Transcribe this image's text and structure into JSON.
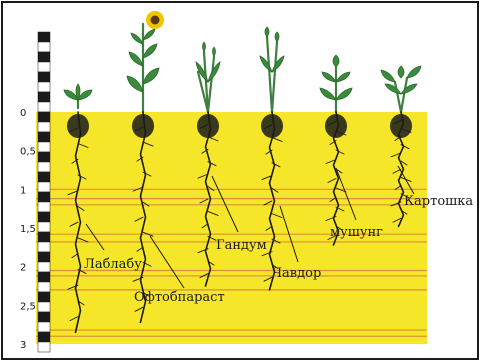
{
  "title": "",
  "colors": {
    "soil": "#f6e62a",
    "border": "#1a1a1a",
    "soil_line": "#d06a3a",
    "plant_green": "#3c8a3c",
    "sunflower_petal": "#f0c400",
    "sunflower_center": "#5a3a10",
    "root": "#1a1a1a"
  },
  "depth_scale": {
    "ticks": [
      "0",
      "0,5",
      "1",
      "1,5",
      "2",
      "2,5",
      "3"
    ],
    "tick_values_m": [
      0,
      0.5,
      1,
      1.5,
      2,
      2.5,
      3
    ],
    "max_m": 3
  },
  "plants": [
    {
      "name": "Лаблабу",
      "icon": "bean-plant-icon",
      "root_depth_m": 2.85
    },
    {
      "name": "Офтобпараст",
      "icon": "sunflower-icon",
      "root_depth_m": 2.72
    },
    {
      "name": "Гандум",
      "icon": "wheat-icon",
      "root_depth_m": 2.25
    },
    {
      "name": "Чавдор",
      "icon": "barley-icon",
      "root_depth_m": 2.3
    },
    {
      "name": "мушунг",
      "icon": "mung-bean-icon",
      "root_depth_m": 1.72
    },
    {
      "name": "Картошка",
      "icon": "potato-plant-icon",
      "root_depth_m": 1.48
    }
  ],
  "soil_bands_m": [
    1.0,
    1.12,
    1.2,
    1.58,
    1.68,
    2.05,
    2.12,
    2.3,
    2.82,
    2.9
  ]
}
